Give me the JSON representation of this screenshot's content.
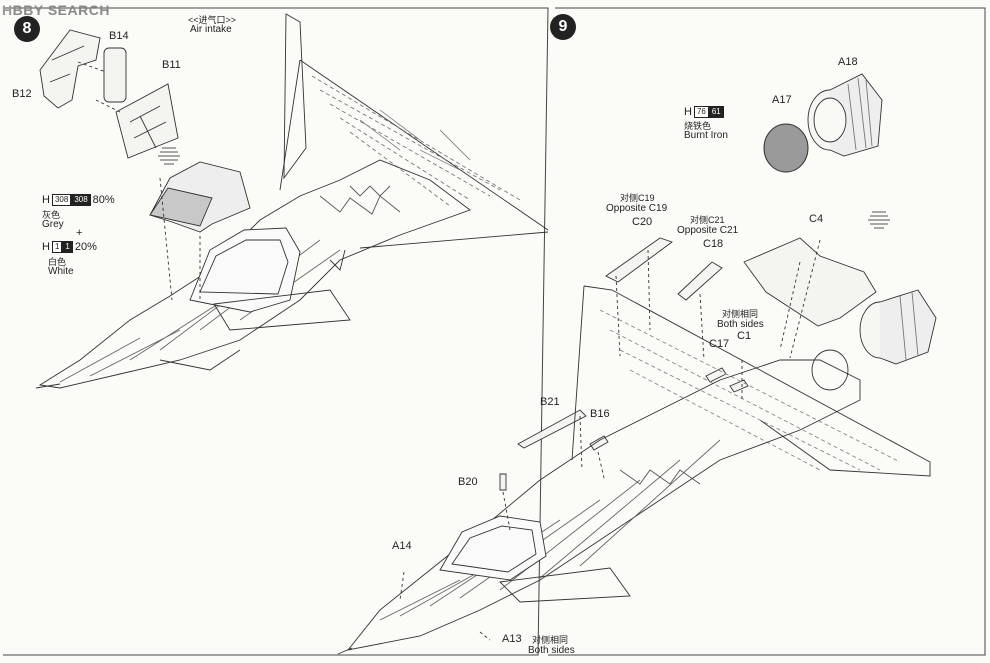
{
  "watermark": {
    "hobby": "H",
    "rest": "BBY SEARCH"
  },
  "step8": {
    "number": "8",
    "intake_cn": "<<进气口>>",
    "intake_en": "Air intake",
    "parts": {
      "b14": "B14",
      "b11": "B11",
      "b12": "B12"
    },
    "color1": {
      "prefix": "H",
      "code_a": "308",
      "code_b": "308",
      "pct": "80%",
      "cn": "灰色",
      "en": "Grey"
    },
    "plus": "+",
    "color2": {
      "prefix": "H",
      "code_a": "1",
      "code_b": "1",
      "pct": "20%",
      "cn": "白色",
      "en": "White"
    }
  },
  "step9": {
    "number": "9",
    "parts": {
      "a18": "A18",
      "a17": "A17",
      "c20": "C20",
      "c18": "C18",
      "c4": "C4",
      "c17": "C17",
      "c1": "C1",
      "b21": "B21",
      "b16": "B16",
      "b20": "B20",
      "a14": "A14",
      "a13": "A13"
    },
    "color": {
      "prefix": "H",
      "code_a": "76",
      "code_b": "61",
      "cn": "烧铁色",
      "en": "Burnt Iron"
    },
    "opp_c19_cn": "对侧C19",
    "opp_c19_en": "Opposite C19",
    "opp_c21_cn": "对侧C21",
    "opp_c21_en": "Opposite C21",
    "both_sides_cn": "对侧相同",
    "both_sides_en": "Both sides",
    "both_sides2_cn": "对侧相同",
    "both_sides2_en": "Both sides"
  }
}
